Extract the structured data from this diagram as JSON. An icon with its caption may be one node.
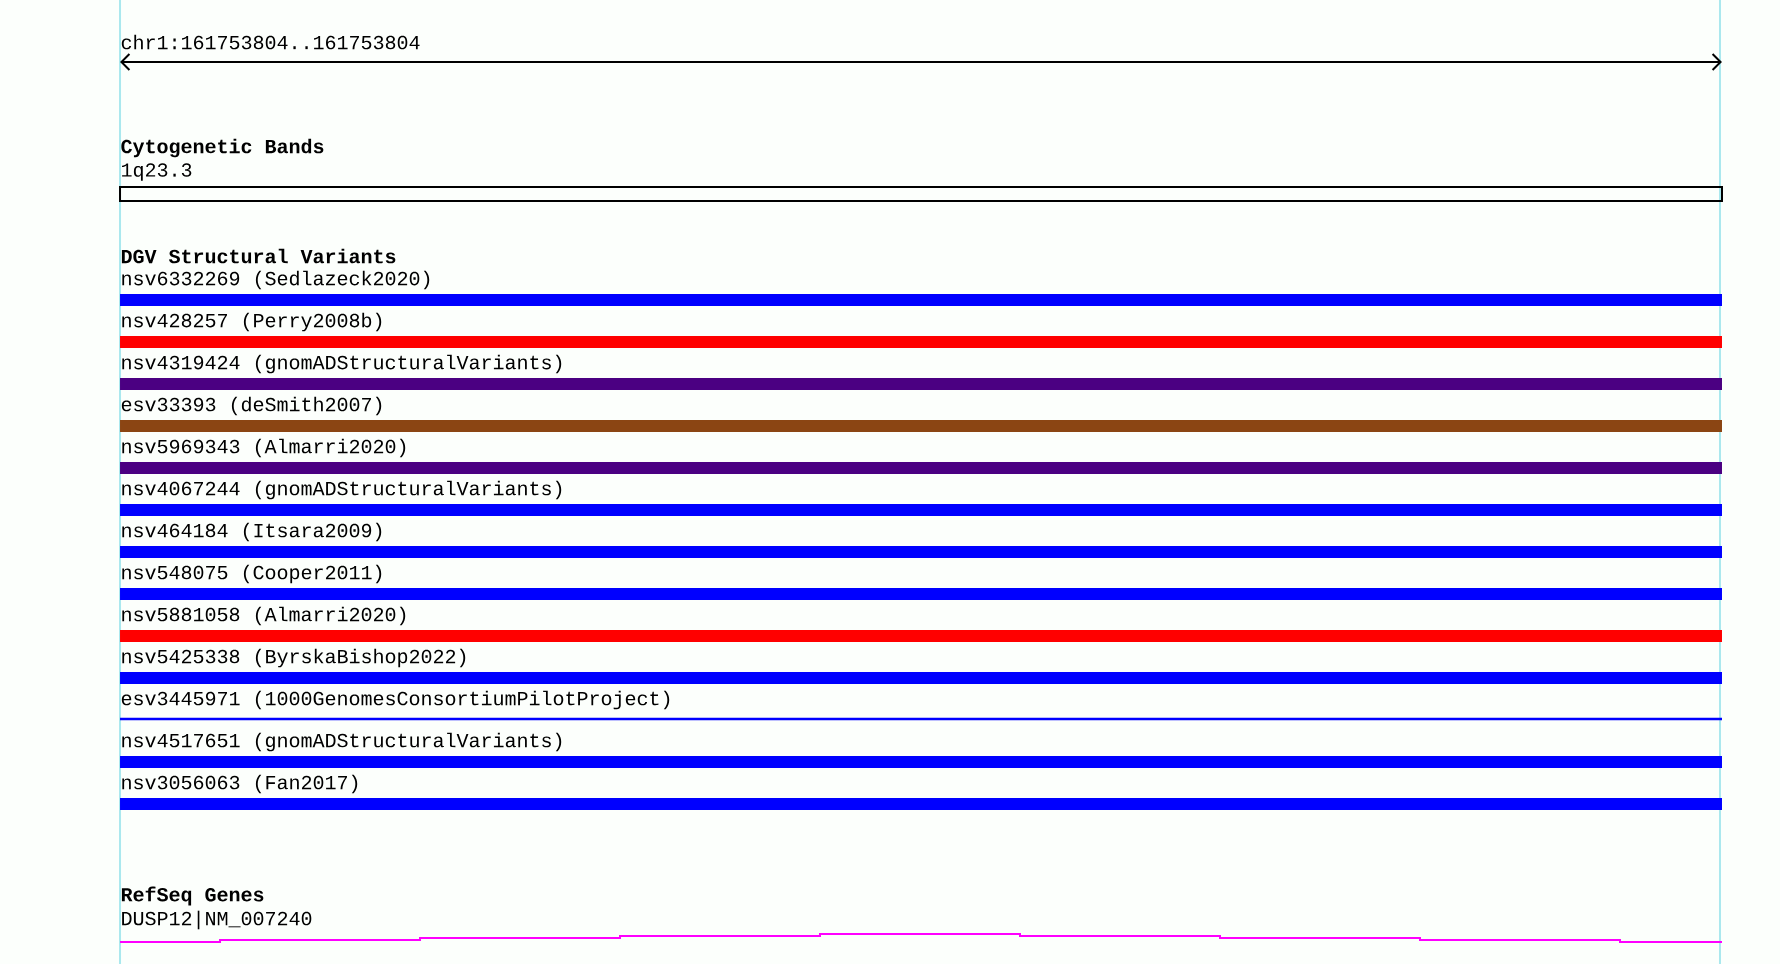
{
  "diagram": {
    "labels": [
      "chr1:161753804..161753804",
      "Cytogenetic Bands",
      "1q23.3",
      "DGV Structural Variants",
      "nsv6332269 (Sedlazeck2020)",
      "nsv428257 (Perry2008b)",
      "nsv4319424 (gnomADStructuralVariants)",
      "esv33393 (deSmith2007)",
      "nsv5969343 (Almarri2020)",
      "nsv4067244 (gnomADStructuralVariants)",
      "nsv464184 (Itsara2009)",
      "nsv548075 (Cooper2011)",
      "nsv5881058 (Almarri2020)",
      "nsv5425338 (ByrskaBishop2022)",
      "esv3445971 (1000GenomesConsortiumPilotProject)",
      "nsv4517651 (gnomADStructuralVariants)",
      "nsv3056063 (Fan2017)",
      "RefSeq Genes",
      "DUSP12|NM_007240"
    ]
  }
}
